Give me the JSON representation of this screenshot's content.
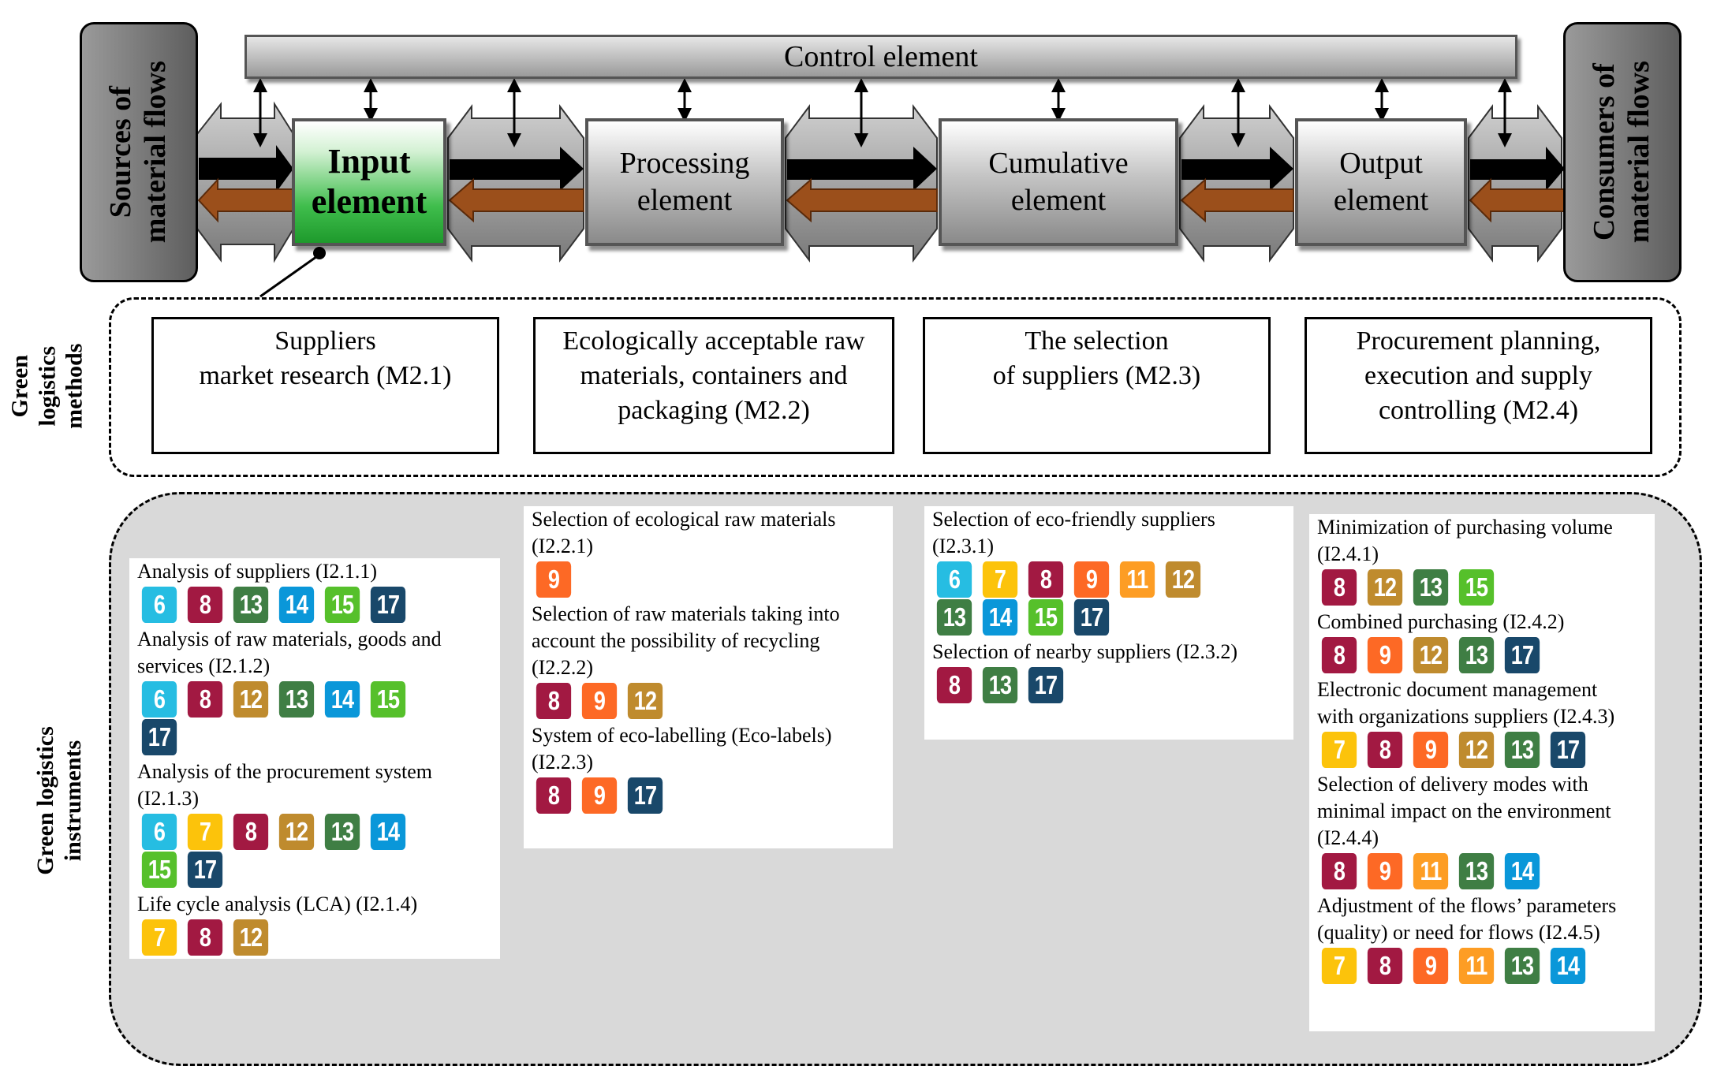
{
  "flow": {
    "control": "Control element",
    "source": "Sources of\nmaterial flows",
    "consumer": "Consumers of\nmaterial flows",
    "elements": [
      {
        "label": "Input\nelement"
      },
      {
        "label": "Processing\nelement"
      },
      {
        "label": "Cumulative\nelement"
      },
      {
        "label": "Output\nelement"
      }
    ]
  },
  "methods_label": "Green\nlogistics\nmethods",
  "methods": [
    "Suppliers\nmarket research (M2.1)",
    "Ecologically acceptable raw\nmaterials, containers and\npackaging (M2.2)",
    "The selection\nof suppliers (M2.3)",
    "Procurement planning,\nexecution and supply\ncontrolling (M2.4)"
  ],
  "instruments_label": "Green logistics\ninstruments",
  "instruments": [
    [
      {
        "title": "Analysis of suppliers (I2.1.1)",
        "sdgs": [
          6,
          8,
          13,
          14,
          15,
          17
        ]
      },
      {
        "title": "Analysis of raw materials, goods and\nservices (I2.1.2)",
        "sdgs": [
          6,
          8,
          12,
          13,
          14,
          15,
          17
        ]
      },
      {
        "title": "Analysis of the procurement system\n(I2.1.3)",
        "sdgs": [
          6,
          7,
          8,
          12,
          13,
          14,
          15,
          17
        ]
      },
      {
        "title": "Life cycle analysis (LCA) (I2.1.4)",
        "sdgs": [
          7,
          8,
          12
        ]
      }
    ],
    [
      {
        "title": "Selection of ecological raw materials\n(I2.2.1)",
        "sdgs": [
          9
        ]
      },
      {
        "title": "Selection of raw materials taking into\naccount the possibility of recycling\n(I2.2.2)",
        "sdgs": [
          8,
          9,
          12
        ]
      },
      {
        "title": "System of eco-labelling (Eco-labels)\n(I2.2.3)",
        "sdgs": [
          8,
          9,
          17
        ]
      }
    ],
    [
      {
        "title": "Selection of eco-friendly suppliers\n(I2.3.1)",
        "sdgs": [
          6,
          7,
          8,
          9,
          11,
          12,
          13,
          14,
          15,
          17
        ]
      },
      {
        "title": "Selection of nearby suppliers (I2.3.2)",
        "sdgs": [
          8,
          13,
          17
        ]
      }
    ],
    [
      {
        "title": "Minimization of purchasing volume\n(I2.4.1)",
        "sdgs": [
          8,
          12,
          13,
          15
        ]
      },
      {
        "title": "Combined purchasing (I2.4.2)",
        "sdgs": [
          8,
          9,
          12,
          13,
          17
        ]
      },
      {
        "title": "Electronic document management\nwith organizations suppliers (I2.4.3)",
        "sdgs": [
          7,
          8,
          9,
          12,
          13,
          17
        ]
      },
      {
        "title": "Selection of delivery modes with\nminimal impact on the environment\n(I2.4.4)",
        "sdgs": [
          8,
          9,
          11,
          13,
          14
        ]
      },
      {
        "title": "Adjustment of the flows’ parameters\n(quality) or need for flows (I2.4.5)",
        "sdgs": [
          7,
          8,
          9,
          11,
          13,
          14
        ]
      }
    ]
  ],
  "sdg_colors": {
    "6": "#26bde2",
    "7": "#fcc30b",
    "8": "#a21942",
    "9": "#fd6925",
    "11": "#fd9d24",
    "12": "#bf8b2e",
    "13": "#3f7e44",
    "14": "#0a97d9",
    "15": "#56c02b",
    "17": "#19486a"
  }
}
